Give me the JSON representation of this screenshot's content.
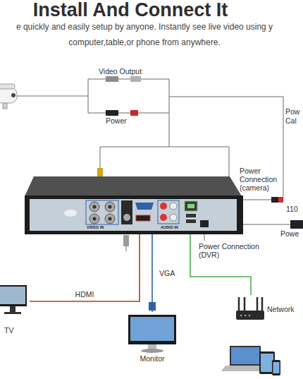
{
  "diagram": {
    "title": "Install And Connect It",
    "nodes": [
      {
        "text": [
          "VIDEO IN",
          "AUDIO IN"
        ]
      },
      {
        "text": [
          "TV"
        ]
      },
      {
        "text": [
          "Monitor"
        ]
      },
      {
        "text": [
          "Network"
        ]
      }
    ],
    "edges": [
      {
        "from": 0,
        "to": 1,
        "arrow": "none",
        "label": "HDMI"
      },
      {
        "from": 0,
        "to": 2,
        "arrow": "none",
        "label": "VGA"
      },
      {
        "from": 0,
        "to": 3,
        "arrow": "none"
      }
    ],
    "labels": [
      "e quickly and easily setup by anyone. Instantly see live video using y",
      "computer,table,or phone from anywhere.",
      "Video Output",
      "Power",
      "Pow",
      "Cal",
      "Power Connection (camera)",
      "110",
      "Powe",
      "Power Connection (DVR)"
    ]
  }
}
